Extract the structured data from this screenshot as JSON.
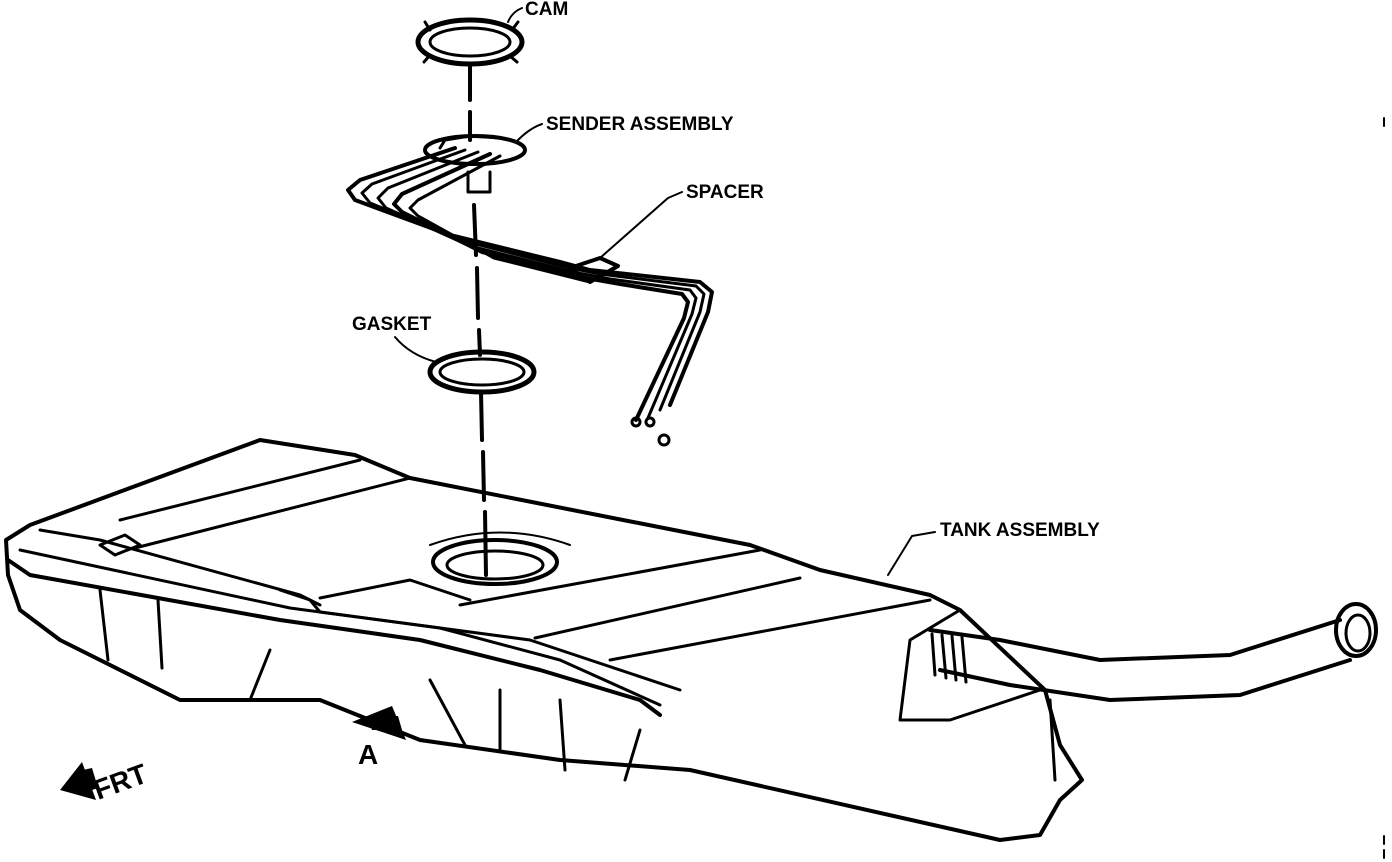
{
  "diagram": {
    "labels": {
      "cam": "CAM",
      "sender_assembly": "SENDER ASSEMBLY",
      "spacer": "SPACER",
      "gasket": "GASKET",
      "tank_assembly": "TANK ASSEMBLY",
      "view_a": "A",
      "front": "FRT"
    },
    "colors": {
      "ink": "#000000",
      "paper": "#ffffff"
    },
    "icons": {
      "front_arrow": "arrow-left-icon",
      "view_arrow": "arrow-left-icon"
    }
  }
}
